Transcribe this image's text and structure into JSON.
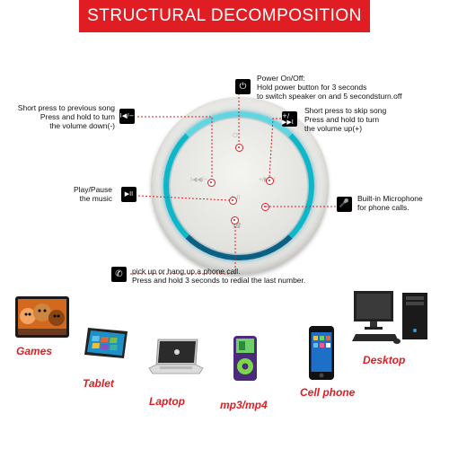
{
  "title": "STRUCTURAL DECOMPOSITION",
  "speaker_buttons": {
    "power": "⏻",
    "prev": "I◀◀/−",
    "next": "+/▶▶I",
    "play": "▶II",
    "phone": "☎"
  },
  "callouts": {
    "power": {
      "icon": "⏻",
      "lines": [
        "Power On/Off:",
        "Hold power button for 3 seconds",
        "to switch speaker on and 5 secondsturn.off"
      ]
    },
    "previous": {
      "icon": "I◀/−",
      "lines": [
        "Short press to previous song",
        "Press and hold to turn",
        "the volume down(-)"
      ]
    },
    "next": {
      "icon": "+/▶▶I",
      "lines": [
        "Short press to skip song",
        "Press and hold to turn",
        "the volume up(+)"
      ]
    },
    "play": {
      "icon": "▶II",
      "lines": [
        "Play/Pause",
        "the music"
      ]
    },
    "microphone": {
      "icon": "🎤",
      "lines": [
        "Built-in Microphone",
        "for phone calls."
      ]
    },
    "phone": {
      "icon": "✆",
      "lines": [
        "pick up or hang up a phone call.",
        "Press and hold 3 seconds to redial the last number."
      ]
    }
  },
  "devices": [
    {
      "name": "Games"
    },
    {
      "name": "Tablet"
    },
    {
      "name": "Laptop"
    },
    {
      "name": "mp3/mp4"
    },
    {
      "name": "Cell phone"
    },
    {
      "name": "Desktop"
    }
  ],
  "colors": {
    "accent": "#e01d22",
    "ring": "#0bb7c8"
  }
}
